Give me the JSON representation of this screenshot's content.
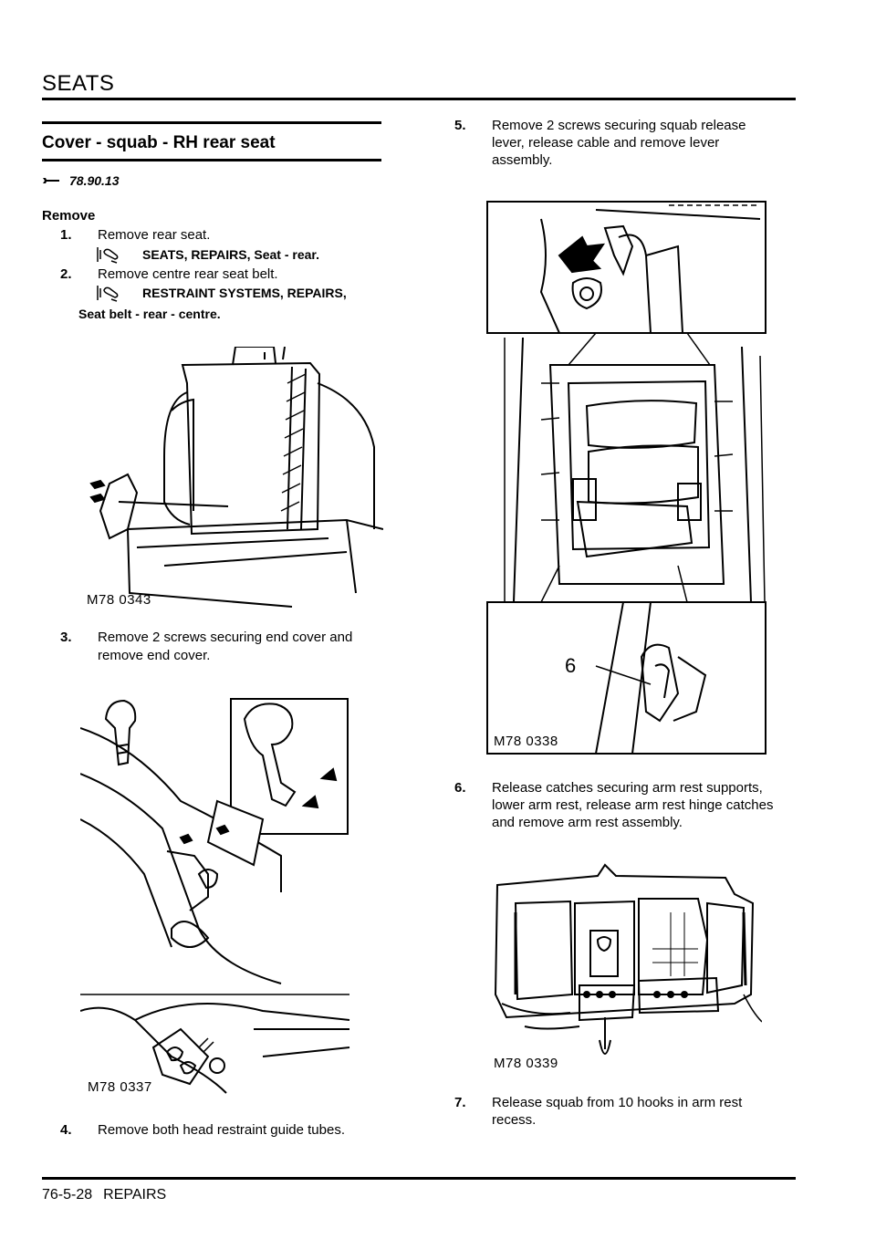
{
  "header": {
    "title": "SEATS"
  },
  "footer": {
    "page_number": "76-5-28",
    "section": "REPAIRS"
  },
  "section": {
    "title": "Cover - squab - RH rear seat",
    "operation_code": "78.90.13"
  },
  "remove_heading": "Remove",
  "steps": [
    {
      "num": "1.",
      "lines": [
        "Remove rear seat."
      ],
      "ref": [
        "SEATS, REPAIRS, Seat - rear."
      ]
    },
    {
      "num": "2.",
      "lines": [
        "Remove centre rear seat belt."
      ],
      "ref": [
        "RESTRAINT SYSTEMS, REPAIRS,",
        "Seat belt - rear - centre."
      ]
    },
    {
      "num": "3.",
      "lines": [
        "Remove 2 screws securing end cover and",
        "remove end cover."
      ]
    },
    {
      "num": "4.",
      "lines": [
        "Remove both head restraint guide tubes."
      ]
    },
    {
      "num": "5.",
      "lines": [
        "Remove 2 screws securing squab release",
        "lever, release cable and remove lever",
        "assembly."
      ]
    },
    {
      "num": "6.",
      "lines": [
        "Release catches securing arm rest supports,",
        "lower arm rest, release arm rest hinge catches",
        "and remove arm rest assembly."
      ]
    },
    {
      "num": "7.",
      "lines": [
        "Release squab from 10 hooks in arm rest",
        "recess."
      ]
    }
  ],
  "figures": [
    {
      "id": "M78 0343"
    },
    {
      "id": "M78 0337"
    },
    {
      "id": "M78 0338",
      "callout": "6"
    },
    {
      "id": "M78 0339"
    }
  ]
}
